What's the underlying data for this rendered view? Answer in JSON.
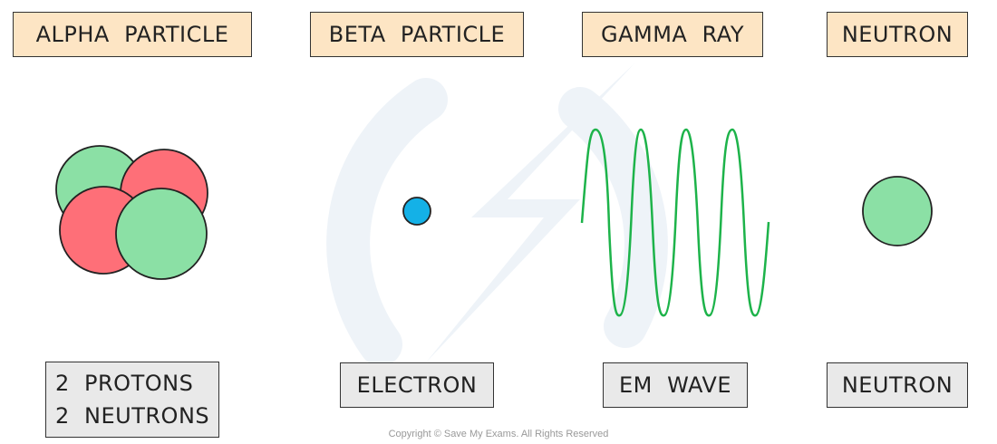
{
  "particles": [
    {
      "title": "ALPHA  PARTICLE",
      "description": [
        "2  PROTONS",
        "2  NEUTRONS"
      ]
    },
    {
      "title": "BETA  PARTICLE",
      "description": [
        "ELECTRON"
      ]
    },
    {
      "title": "GAMMA  RAY",
      "description": [
        "EM  WAVE"
      ]
    },
    {
      "title": "NEUTRON",
      "description": [
        "NEUTRON"
      ]
    }
  ],
  "colors": {
    "proton": "#fe6f78",
    "neutron": "#8be0a5",
    "electron": "#14b1e7",
    "wave": "#1db34a",
    "title_box": "#fde5c4",
    "description_box": "#e9e9e9",
    "outline": "#222222"
  },
  "copyright": "Copyright © Save My Exams. All Rights Reserved"
}
